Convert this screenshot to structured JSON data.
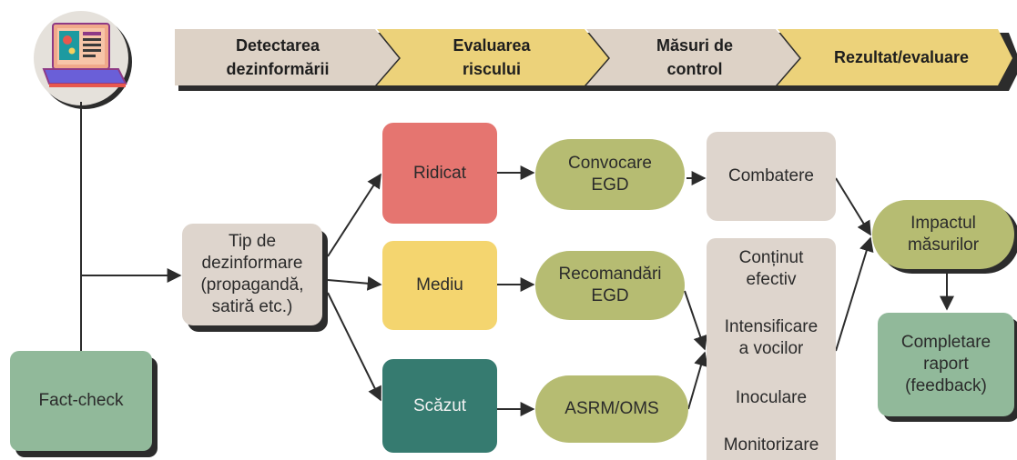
{
  "stages": [
    {
      "label_lines": [
        "Detectarea",
        "dezinformării"
      ],
      "color": "#ddd2c6"
    },
    {
      "label_lines": [
        "Evaluarea",
        "riscului"
      ],
      "color": "#ecd27a"
    },
    {
      "label_lines": [
        "Măsuri de",
        "control"
      ],
      "color": "#ddd2c6"
    },
    {
      "label_lines": [
        "Rezultat/evaluare"
      ],
      "color": "#ecd27a"
    }
  ],
  "icon": {
    "name": "laptop-icon"
  },
  "nodes": {
    "fact_check": {
      "label": "Fact-check",
      "color": "#91b99a"
    },
    "tip": {
      "label_lines": [
        "Tip de",
        "dezinformare",
        "(propagandă,",
        "satiră etc.)"
      ],
      "color": "#ded5cd"
    },
    "ridicat": {
      "label": "Ridicat",
      "color": "#e57570"
    },
    "mediu": {
      "label": "Mediu",
      "color": "#f4d56f"
    },
    "scazut": {
      "label": "Scăzut",
      "color": "#367b70"
    },
    "convocare": {
      "label_lines": [
        "Convocare",
        "EGD"
      ],
      "color": "#b6bc72"
    },
    "recomandari": {
      "label_lines": [
        "Recomandări",
        "EGD"
      ],
      "color": "#b6bc72"
    },
    "asrm": {
      "label": "ASRM/OMS",
      "color": "#b6bc72"
    },
    "combatere": {
      "label": "Combatere",
      "color": "#ded5cd"
    },
    "measures": {
      "items": [
        {
          "lines": [
            "Conținut",
            "efectiv"
          ]
        },
        {
          "lines": [
            "Intensificare",
            "a vocilor"
          ]
        },
        {
          "lines": [
            "Inoculare"
          ]
        },
        {
          "lines": [
            "Monitorizare"
          ]
        }
      ],
      "color": "#ded5cd"
    },
    "impact": {
      "label_lines": [
        "Impactul",
        "măsurilor"
      ],
      "color": "#b6bc72"
    },
    "completare": {
      "label_lines": [
        "Completare",
        "raport",
        "(feedback)"
      ],
      "color": "#91b99a"
    }
  }
}
